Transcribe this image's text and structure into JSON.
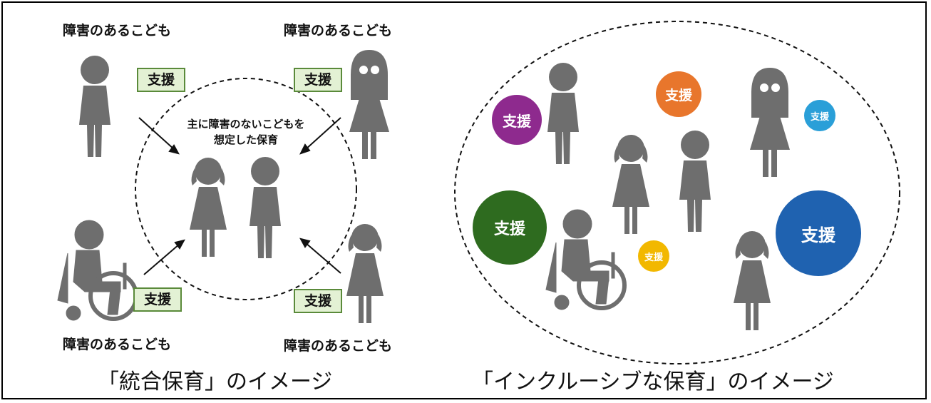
{
  "left_panel": {
    "labels": {
      "top_left": "障害のあるこども",
      "top_right": "障害のあるこども",
      "bottom_left": "障害のあるこども",
      "bottom_right": "障害のあるこども"
    },
    "support_boxes": [
      "支援",
      "支援",
      "支援",
      "支援"
    ],
    "center_text_line1": "主に障害のないこどもを",
    "center_text_line2": "想定した保育",
    "caption": "「統合保育」のイメージ"
  },
  "right_panel": {
    "bubbles": [
      {
        "label": "支援",
        "color": "#8e2a8e"
      },
      {
        "label": "支援",
        "color": "#e8762c"
      },
      {
        "label": "支援",
        "color": "#2a9fd8"
      },
      {
        "label": "支援",
        "color": "#2e6b1f"
      },
      {
        "label": "支援",
        "color": "#f2b800"
      },
      {
        "label": "支援",
        "color": "#1f62b0"
      }
    ],
    "caption": "「インクルーシブな保育」のイメージ"
  },
  "colors": {
    "figure": "#6e6e6e",
    "support_box_fill": "#e3f1d4",
    "support_box_border": "#5a8a3a"
  }
}
